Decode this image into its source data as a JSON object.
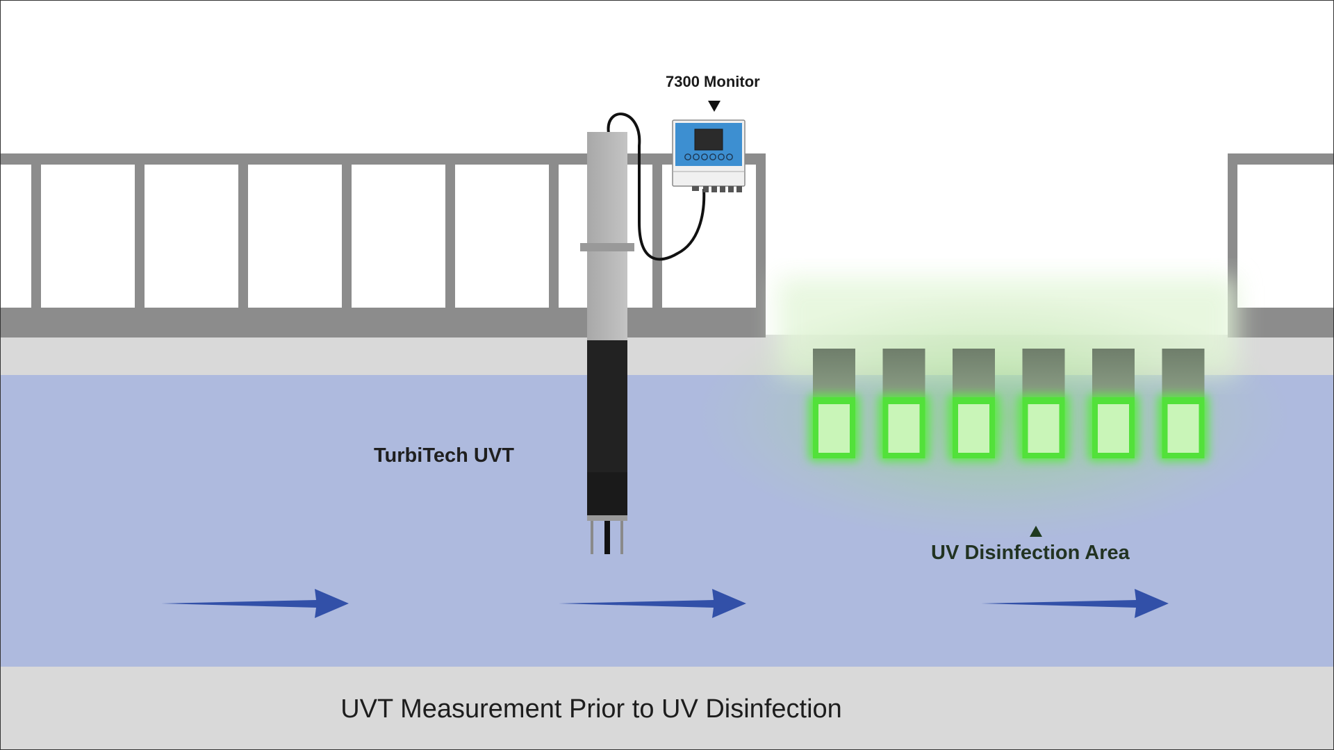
{
  "caption": "UVT Measurement Prior to UV Disinfection",
  "labels": {
    "monitor": "7300 Monitor",
    "sensor": "TurbiTech UVT",
    "uv_area": "UV Disinfection Area"
  },
  "colors": {
    "water": "#aebade",
    "ground": "#d9d9d9",
    "railing": "#8c8c8c",
    "flow_arrow": "#3250a8",
    "uv_glow": "#5de84a",
    "monitor_panel": "#3d8fd1",
    "sensor_body": "#222222"
  },
  "icons": {
    "flow": "right-arrow-icon",
    "pointer_down": "triangle-down-icon",
    "pointer_up": "triangle-up-icon"
  },
  "uv_lamp_count": 6
}
